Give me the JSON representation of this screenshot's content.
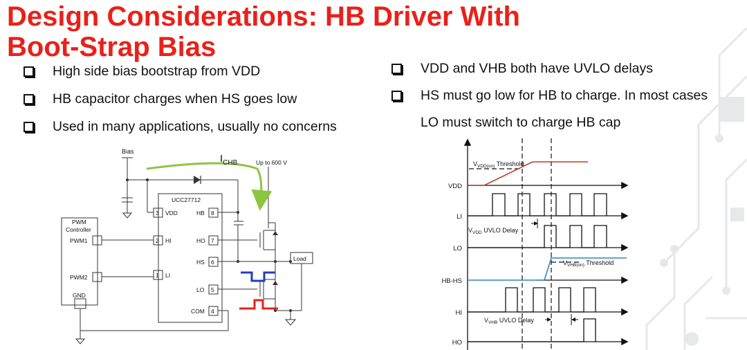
{
  "title": {
    "line1": "Design Considerations: HB Driver With",
    "line2": "Boot-Strap Bias"
  },
  "left_bullets": [
    "High side bias bootstrap from VDD",
    "HB capacitor charges when HS goes low",
    "Used in many applications, usually no concerns"
  ],
  "right_bullets": [
    {
      "text": "VDD and VHB both have UVLO delays",
      "cont": ""
    },
    {
      "text": "HS must go low for HB to charge. In most cases",
      "cont": "LO must switch to charge HB cap"
    }
  ],
  "schematic": {
    "bias_label": "Bias",
    "current_label": "I",
    "current_sub": "CHB",
    "supply_label": "Up to 600 V",
    "ic_name": "UCC27712",
    "controller_line1": "PWM",
    "controller_line2": "Controller",
    "pwm1": "PWM1",
    "pwm2": "PWM2",
    "gnd": "GND",
    "load": "Load",
    "pins": [
      {
        "num": "3",
        "name": "VDD"
      },
      {
        "num": "2",
        "name": "HI"
      },
      {
        "num": "1",
        "name": "LI"
      },
      {
        "num": "8",
        "name": "HB"
      },
      {
        "num": "7",
        "name": "HO"
      },
      {
        "num": "6",
        "name": "HS"
      },
      {
        "num": "5",
        "name": "LO"
      },
      {
        "num": "4",
        "name": "COM"
      }
    ],
    "colors": {
      "arrow": "#8cc63f",
      "hs_wave": "#1f3fbf",
      "lo_wave": "#e8211a"
    }
  },
  "timing": {
    "signals": [
      "VDD",
      "LI",
      "LO",
      "HB-HS",
      "HI",
      "HO"
    ],
    "vdd_threshold": {
      "v": "V",
      "sub": "VDD(on)",
      "rest": " Threshold"
    },
    "vhb_threshold": {
      "v": "V",
      "sub": "VHB(on)",
      "rest": " Threshold"
    },
    "vdd_uvlo": {
      "v": "V",
      "sub": "VDD",
      "rest": " UVLO Delay"
    },
    "vhb_uvlo": {
      "v": "V",
      "sub": "VHB",
      "rest": " UVLO Delay"
    },
    "colors": {
      "vdd_trace": "#c0392b",
      "hbhs_trace": "#2e86c1"
    }
  }
}
